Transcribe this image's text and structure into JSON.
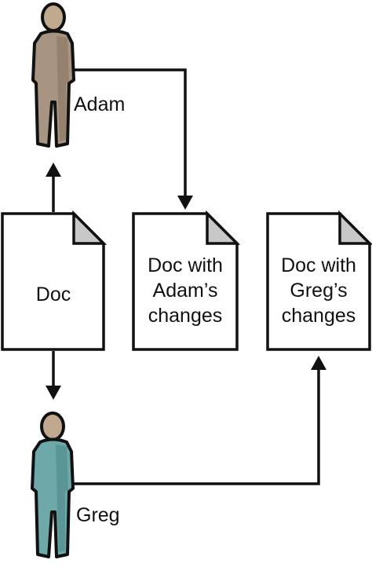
{
  "people": {
    "adam": {
      "name": "Adam",
      "body_color": "#a89482",
      "head_color": "#c0a98e"
    },
    "greg": {
      "name": "Greg",
      "body_color": "#6fa8a8",
      "head_color": "#c0a98e"
    }
  },
  "documents": {
    "original": {
      "line1": "Doc"
    },
    "adam_version": {
      "line1": "Doc with",
      "line2": "Adam’s",
      "line3": "changes"
    },
    "greg_version": {
      "line1": "Doc with",
      "line2": "Greg’s",
      "line3": "changes"
    }
  },
  "colors": {
    "outline": "#111111",
    "page_fill": "#ffffff",
    "fold_fill": "#c8c8c8"
  }
}
